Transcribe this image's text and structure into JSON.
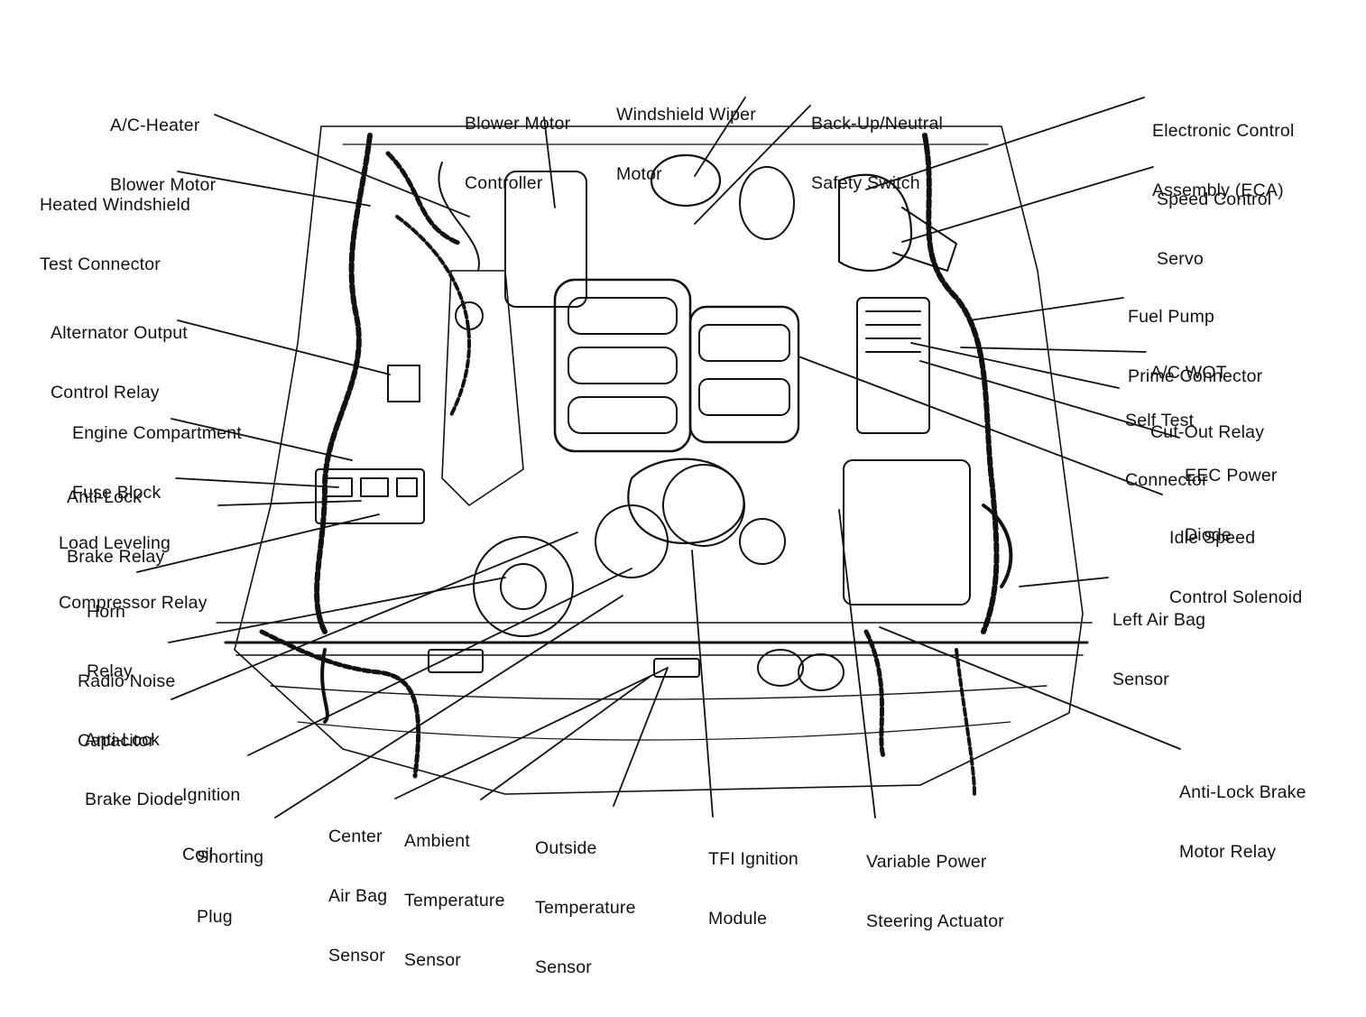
{
  "colors": {
    "ink": "#111111",
    "paper": "#ffffff"
  },
  "labels": {
    "ac_heater_blower_motor": [
      "A/C-Heater",
      "Blower Motor"
    ],
    "heated_windshield_test_connector": [
      "Heated Windshield",
      "Test Connector"
    ],
    "alternator_output_control_relay": [
      "Alternator Output",
      "Control Relay"
    ],
    "engine_compartment_fuse_block": [
      "Engine Compartment",
      "Fuse Block"
    ],
    "anti_lock_brake_relay": [
      "Anti-Lock",
      "Brake Relay"
    ],
    "load_leveling_compressor_relay": [
      "Load Leveling",
      "Compressor Relay"
    ],
    "horn_relay": [
      "Horn",
      "Relay"
    ],
    "radio_noise_capacitor": [
      "Radio Noise",
      "Capacitor"
    ],
    "anti_lock_brake_diode": [
      "Anti-Lock",
      "Brake Diode"
    ],
    "ignition_coil": [
      "Ignition",
      "Coil"
    ],
    "shorting_plug": [
      "Shorting",
      "Plug"
    ],
    "center_air_bag_sensor": [
      "Center",
      "Air Bag",
      "Sensor"
    ],
    "ambient_temperature_sensor": [
      "Ambient",
      "Temperature",
      "Sensor"
    ],
    "outside_temperature_sensor": [
      "Outside",
      "Temperature",
      "Sensor"
    ],
    "tfi_ignition_module": [
      "TFI Ignition",
      "Module"
    ],
    "variable_power_steering_actuator": [
      "Variable Power",
      "Steering Actuator"
    ],
    "anti_lock_brake_motor_relay": [
      "Anti-Lock Brake",
      "Motor Relay"
    ],
    "left_air_bag_sensor": [
      "Left Air Bag",
      "Sensor"
    ],
    "idle_speed_control_solenoid": [
      "Idle Speed",
      "Control Solenoid"
    ],
    "eec_power_diode": [
      "EEC Power",
      "Diode"
    ],
    "self_test_connector": [
      "Self Test",
      "Connector"
    ],
    "ac_wot_cut_out_relay": [
      "A/C WOT",
      "Cut-Out Relay"
    ],
    "fuel_pump_prime_connector": [
      "Fuel Pump",
      "Prime Connector"
    ],
    "speed_control_servo": [
      "Speed Control",
      "Servo"
    ],
    "electronic_control_assembly": [
      "Electronic Control",
      "Assembly (ECA)"
    ],
    "back_up_neutral_safety_switch": [
      "Back-Up/Neutral",
      "Safety Switch"
    ],
    "windshield_wiper_motor": [
      "Windshield Wiper",
      "Motor"
    ],
    "blower_motor_controller": [
      "Blower Motor",
      "Controller"
    ]
  }
}
